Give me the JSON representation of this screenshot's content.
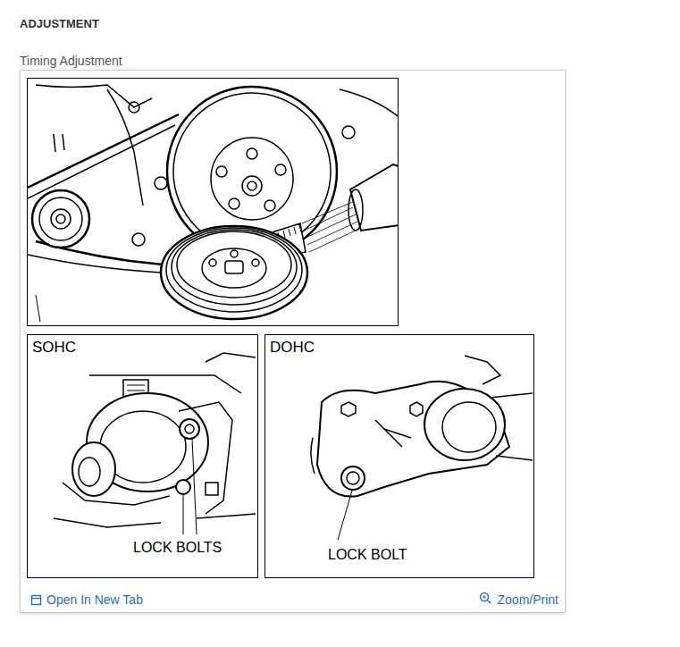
{
  "diagram": {
    "title": "ADJUSTMENT",
    "nodes": [
      {
        "text": [
          "Open In New Tab",
          "Zoom/Print"
        ]
      },
      {
        "text": [
          "SOHC",
          "LOCK BOLTS"
        ],
        "in": 0
      },
      {
        "text": [
          "DOHC",
          "LOCK BOLT"
        ],
        "in": 0
      }
    ],
    "labels": [
      "Timing Adjustment"
    ]
  }
}
